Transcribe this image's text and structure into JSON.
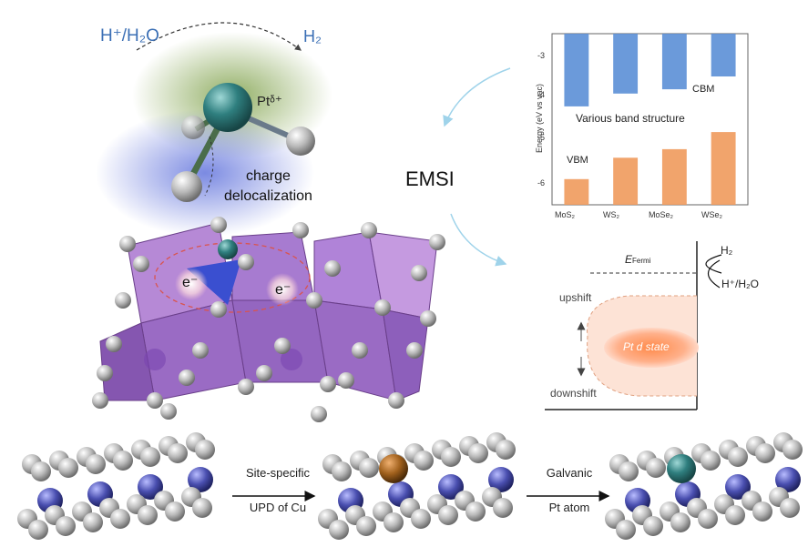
{
  "top_left": {
    "reactant": "H⁺/H₂O",
    "product": "H₂",
    "pt_label": "Ptᵟ⁺",
    "charge_line1": "charge",
    "charge_line2": "delocalization",
    "electron_1": "e⁻",
    "electron_2": "e⁻"
  },
  "center": {
    "emsi": "EMSI"
  },
  "band_chart": {
    "ylabel": "Energy (eV vs vac)",
    "yticks": [
      "-3",
      "-4",
      "-5",
      "-6"
    ],
    "annotation_cbm": "CBM",
    "annotation_vbm": "VBM",
    "annotation_center": "Various band structure"
  },
  "chart_data": {
    "type": "bar",
    "categories": [
      "MoS₂",
      "WS₂",
      "MoSe₂",
      "WSe₂"
    ],
    "ylabel": "Energy (eV vs vac)",
    "ylim": [
      -6.5,
      -2.5
    ],
    "series": [
      {
        "name": "CBM",
        "values": [
          -4.2,
          -3.9,
          -3.8,
          -3.5
        ],
        "baseline": -2.5,
        "color": "#5b8fd6"
      },
      {
        "name": "VBM",
        "values": [
          -5.9,
          -5.4,
          -5.2,
          -4.8
        ],
        "baseline": -6.5,
        "color": "#f09a5c"
      }
    ]
  },
  "energy_diagram": {
    "fermi_label": "E",
    "fermi_sub": "Fermi",
    "h2": "H₂",
    "h_plus": "H⁺/H₂O",
    "upshift": "upshift",
    "downshift": "downshift",
    "d_state": "Pt d state"
  },
  "bottom": {
    "step1_line1": "Site-specific",
    "step1_line2": "UPD of Cu",
    "step2_line1": "Galvanic",
    "step2_line2": "Pt atom"
  },
  "colors": {
    "accent_blue": "#3b6fb5",
    "polyhedra": "#9b6bc4",
    "pt_atom": "#2f7f7f",
    "cu_atom": "#a0601c",
    "metal_atom": "#4a4fb0"
  }
}
